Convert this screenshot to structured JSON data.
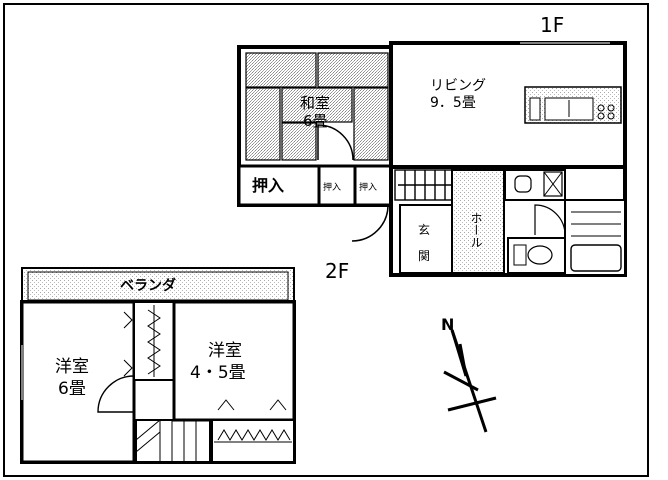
{
  "floor_labels": {
    "first": "1F",
    "second": "2F"
  },
  "rooms_1f": {
    "washitsu_name": "和室",
    "washitsu_size": "6畳",
    "living_name": "リビング",
    "living_size": "9．5畳",
    "oshiire_large": "押入",
    "oshiire_small_1": "押入",
    "oshiire_small_2": "押入",
    "genkan_1": "玄",
    "genkan_2": "関",
    "hall": "ホール"
  },
  "rooms_2f": {
    "veranda": "ベランダ",
    "western_1_name": "洋室",
    "western_1_size": "6畳",
    "western_2_name": "洋室",
    "western_2_size": "4・5畳"
  },
  "compass": {
    "label": "N"
  },
  "colors": {
    "line": "#000000",
    "background": "#ffffff",
    "tatami": "#d2d2d2",
    "stipple": "#e2e2e2"
  }
}
